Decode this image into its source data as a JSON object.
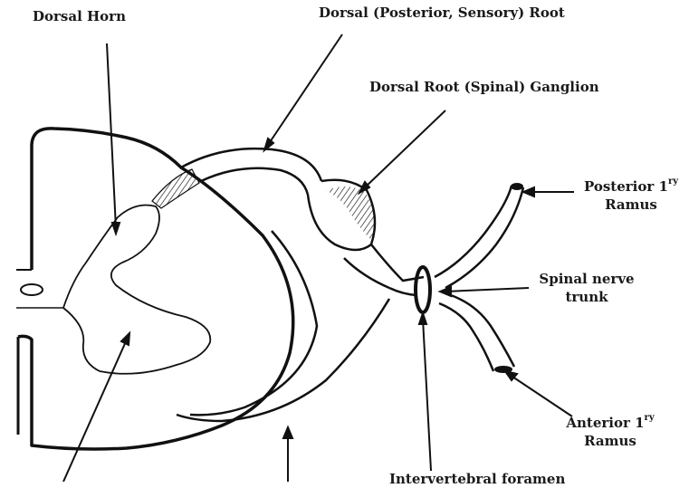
{
  "labels": {
    "dorsal_horn": "Dorsal Horn",
    "dorsal_root": "Dorsal (Posterior, Sensory) Root",
    "dorsal_root_ganglion": "Dorsal Root (Spinal) Ganglion",
    "posterior_ramus": {
      "text": "Posterior 1",
      "sup": "ry",
      "line2": "Ramus"
    },
    "spinal_nerve_trunk": {
      "line1": "Spinal nerve",
      "line2": "trunk"
    },
    "anterior_ramus": {
      "text": "Anterior 1",
      "sup": "ry",
      "line2": "Ramus"
    },
    "intervertebral_foramen": "Intervertebral foramen"
  },
  "colors": {
    "ink": "#111111",
    "background": "#ffffff"
  }
}
